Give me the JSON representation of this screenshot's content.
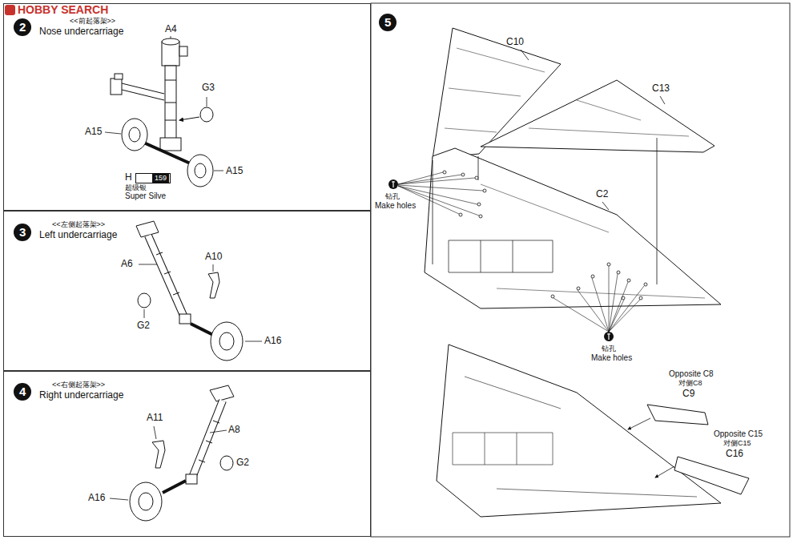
{
  "diagram": {
    "nodes": [
      {
        "text": [
          "<<前起落架>>",
          "Nose undercarriage"
        ]
      },
      {
        "text": [
          "2"
        ],
        "in": 0
      },
      {
        "text": [
          "H",
          "159"
        ],
        "in": 0
      },
      {
        "text": [
          "<<左侧起落架>>",
          "Left undercarriage"
        ]
      },
      {
        "text": [
          "3"
        ],
        "in": 3
      },
      {
        "text": [
          "<<右侧起落架>>",
          "Right undercarriage"
        ]
      },
      {
        "text": [
          "4"
        ],
        "in": 5
      },
      {
        "text": [
          "5"
        ]
      }
    ],
    "labels": [
      "HOBBY SEARCH",
      "A4",
      "G3",
      "A15",
      "A15",
      "超级银",
      "Super Silve",
      "A6",
      "A10",
      "G2",
      "A16",
      "A11",
      "A8",
      "G2",
      "A16",
      "C10",
      "C13",
      "C2",
      "钻孔",
      "Make holes",
      "钻孔",
      "Make holes",
      "Opposite C8",
      "对侧C8",
      "C9",
      "Opposite C15",
      "对侧C15",
      "C16"
    ]
  }
}
